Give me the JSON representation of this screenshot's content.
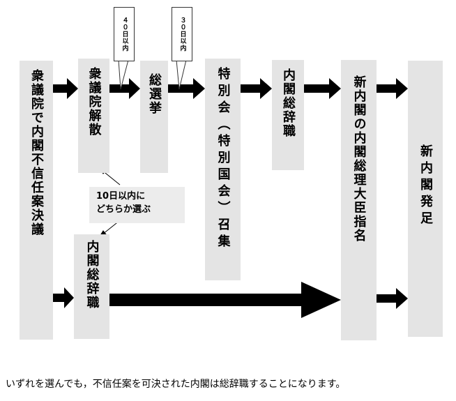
{
  "boxes": {
    "no_confidence": "衆議院で内閣不信任案決議",
    "dissolution": "衆議院解散",
    "general_election": "総選挙",
    "special_session": "特別会（特別国会）召集",
    "mass_resignation_top": "内閣総辞職",
    "pm_designation": "新内閣の内閣総理大臣指名",
    "new_cabinet": "新内閣発足",
    "mass_resignation_bottom": "内閣総辞職"
  },
  "callouts": {
    "within_40_days": "４０日以内",
    "within_30_days": "３０日以内"
  },
  "note": {
    "line1": "10日以内に",
    "line2": "どちらか選ぶ"
  },
  "caption": "いずれを選んでも，不信任案を可決された内閣は総辞職することになります。",
  "colors": {
    "box_fill": "#e4e4e4",
    "arrow": "#000000"
  }
}
